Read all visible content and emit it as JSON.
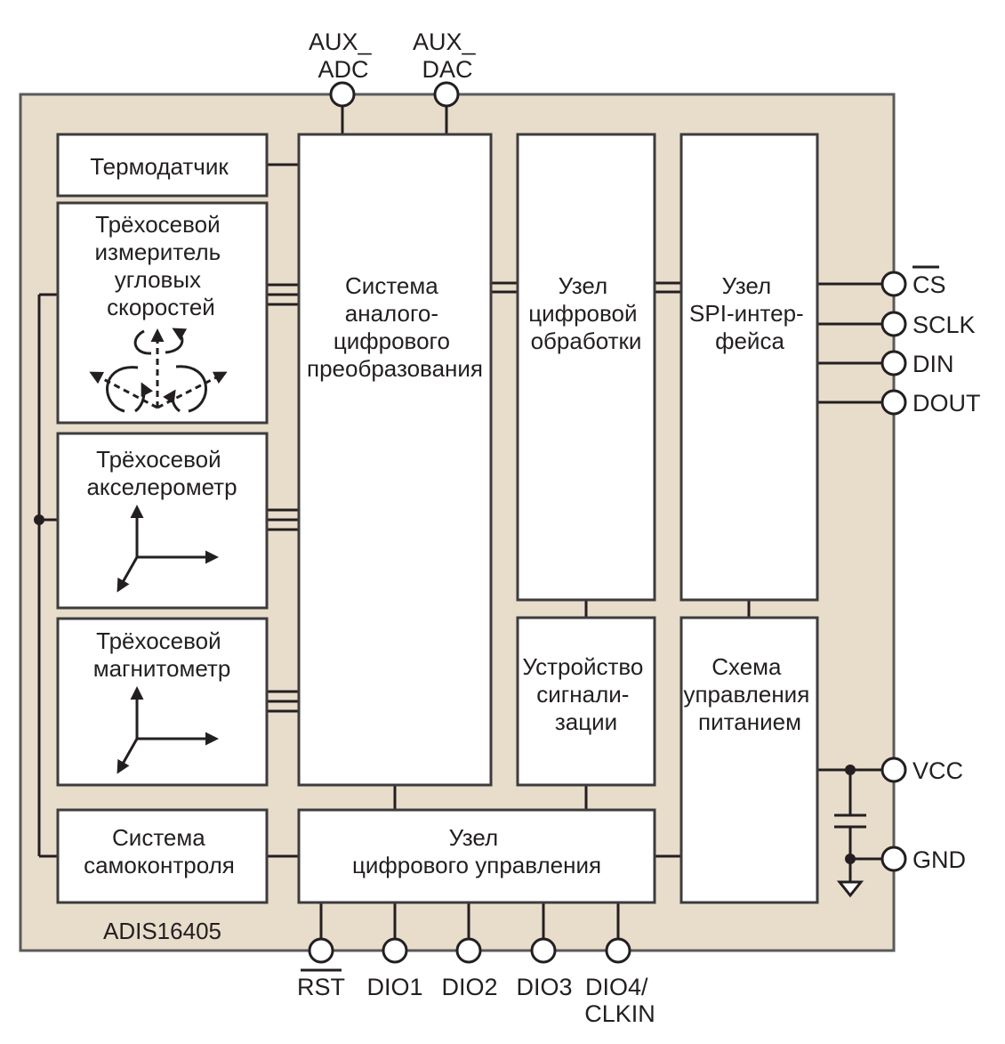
{
  "chip": {
    "name": "ADIS16405",
    "body_color": "#e8dccb",
    "border_color": "#5a5a5a"
  },
  "blocks": {
    "temp_sensor": [
      "Термодатчик"
    ],
    "gyro": [
      "Трёхосевой",
      "измеритель",
      "угловых",
      "скоростей"
    ],
    "accel": [
      "Трёхосевой",
      "акселерометр"
    ],
    "magnet": [
      "Трёхосевой",
      "магнитометр"
    ],
    "self_test": [
      "Система",
      "самоконтроля"
    ],
    "adc": [
      "Система",
      "аналого-",
      "цифрового",
      "преобразования"
    ],
    "dsp": [
      "Узел",
      "цифровой",
      "обработки"
    ],
    "spi": [
      "Узел",
      "SPI-интер-",
      "фейса"
    ],
    "alarm": [
      "Устройство",
      "сигнали-",
      "зации"
    ],
    "power": [
      "Схема",
      "управления",
      "питанием"
    ],
    "digital_ctrl": [
      "Узел",
      "цифрового управления"
    ]
  },
  "pins": {
    "aux_adc": [
      "AUX_",
      "ADC"
    ],
    "aux_dac": [
      "AUX_",
      "DAC"
    ],
    "cs": "CS",
    "sclk": "SCLK",
    "din": "DIN",
    "dout": "DOUT",
    "vcc": "VCC",
    "gnd": "GND",
    "rst": "RST",
    "dio1": "DIO1",
    "dio2": "DIO2",
    "dio3": "DIO3",
    "dio4": [
      "DIO4/",
      "CLKIN"
    ]
  },
  "icons": {
    "gyro": "three-axis-rotation-icon",
    "accel": "three-axis-arrows-icon",
    "magnet": "three-axis-arrows-icon",
    "ground": "ground-symbol-icon",
    "capacitor": "capacitor-symbol-icon"
  }
}
